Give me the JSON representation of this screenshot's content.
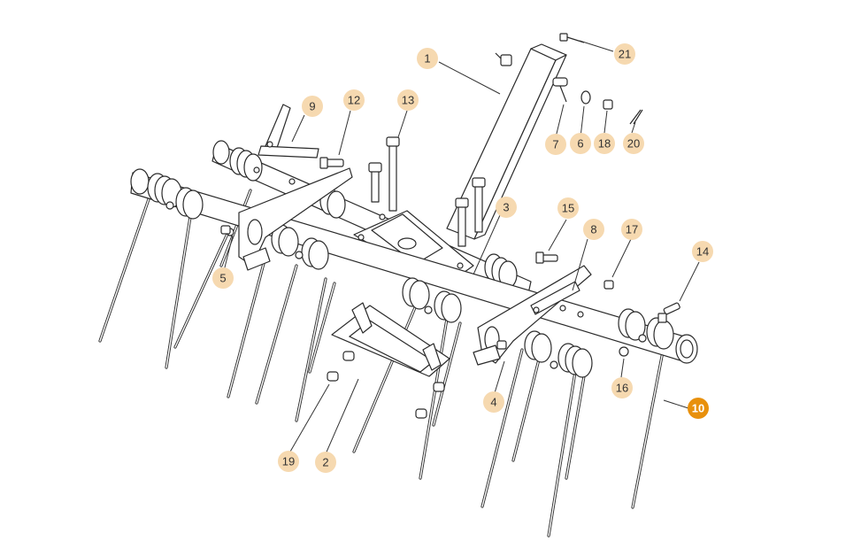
{
  "diagram": {
    "badge_color": "#f6d9b0",
    "badge_highlight_color": "#e8900c",
    "line_color": "#2a2a2a",
    "highlighted_part": "10",
    "callouts": [
      {
        "label": "1"
      },
      {
        "label": "2"
      },
      {
        "label": "3"
      },
      {
        "label": "4"
      },
      {
        "label": "5"
      },
      {
        "label": "6"
      },
      {
        "label": "7"
      },
      {
        "label": "8"
      },
      {
        "label": "9"
      },
      {
        "label": "10"
      },
      {
        "label": "12"
      },
      {
        "label": "13"
      },
      {
        "label": "14"
      },
      {
        "label": "15"
      },
      {
        "label": "16"
      },
      {
        "label": "17"
      },
      {
        "label": "18"
      },
      {
        "label": "19"
      },
      {
        "label": "20"
      },
      {
        "label": "21"
      }
    ]
  }
}
